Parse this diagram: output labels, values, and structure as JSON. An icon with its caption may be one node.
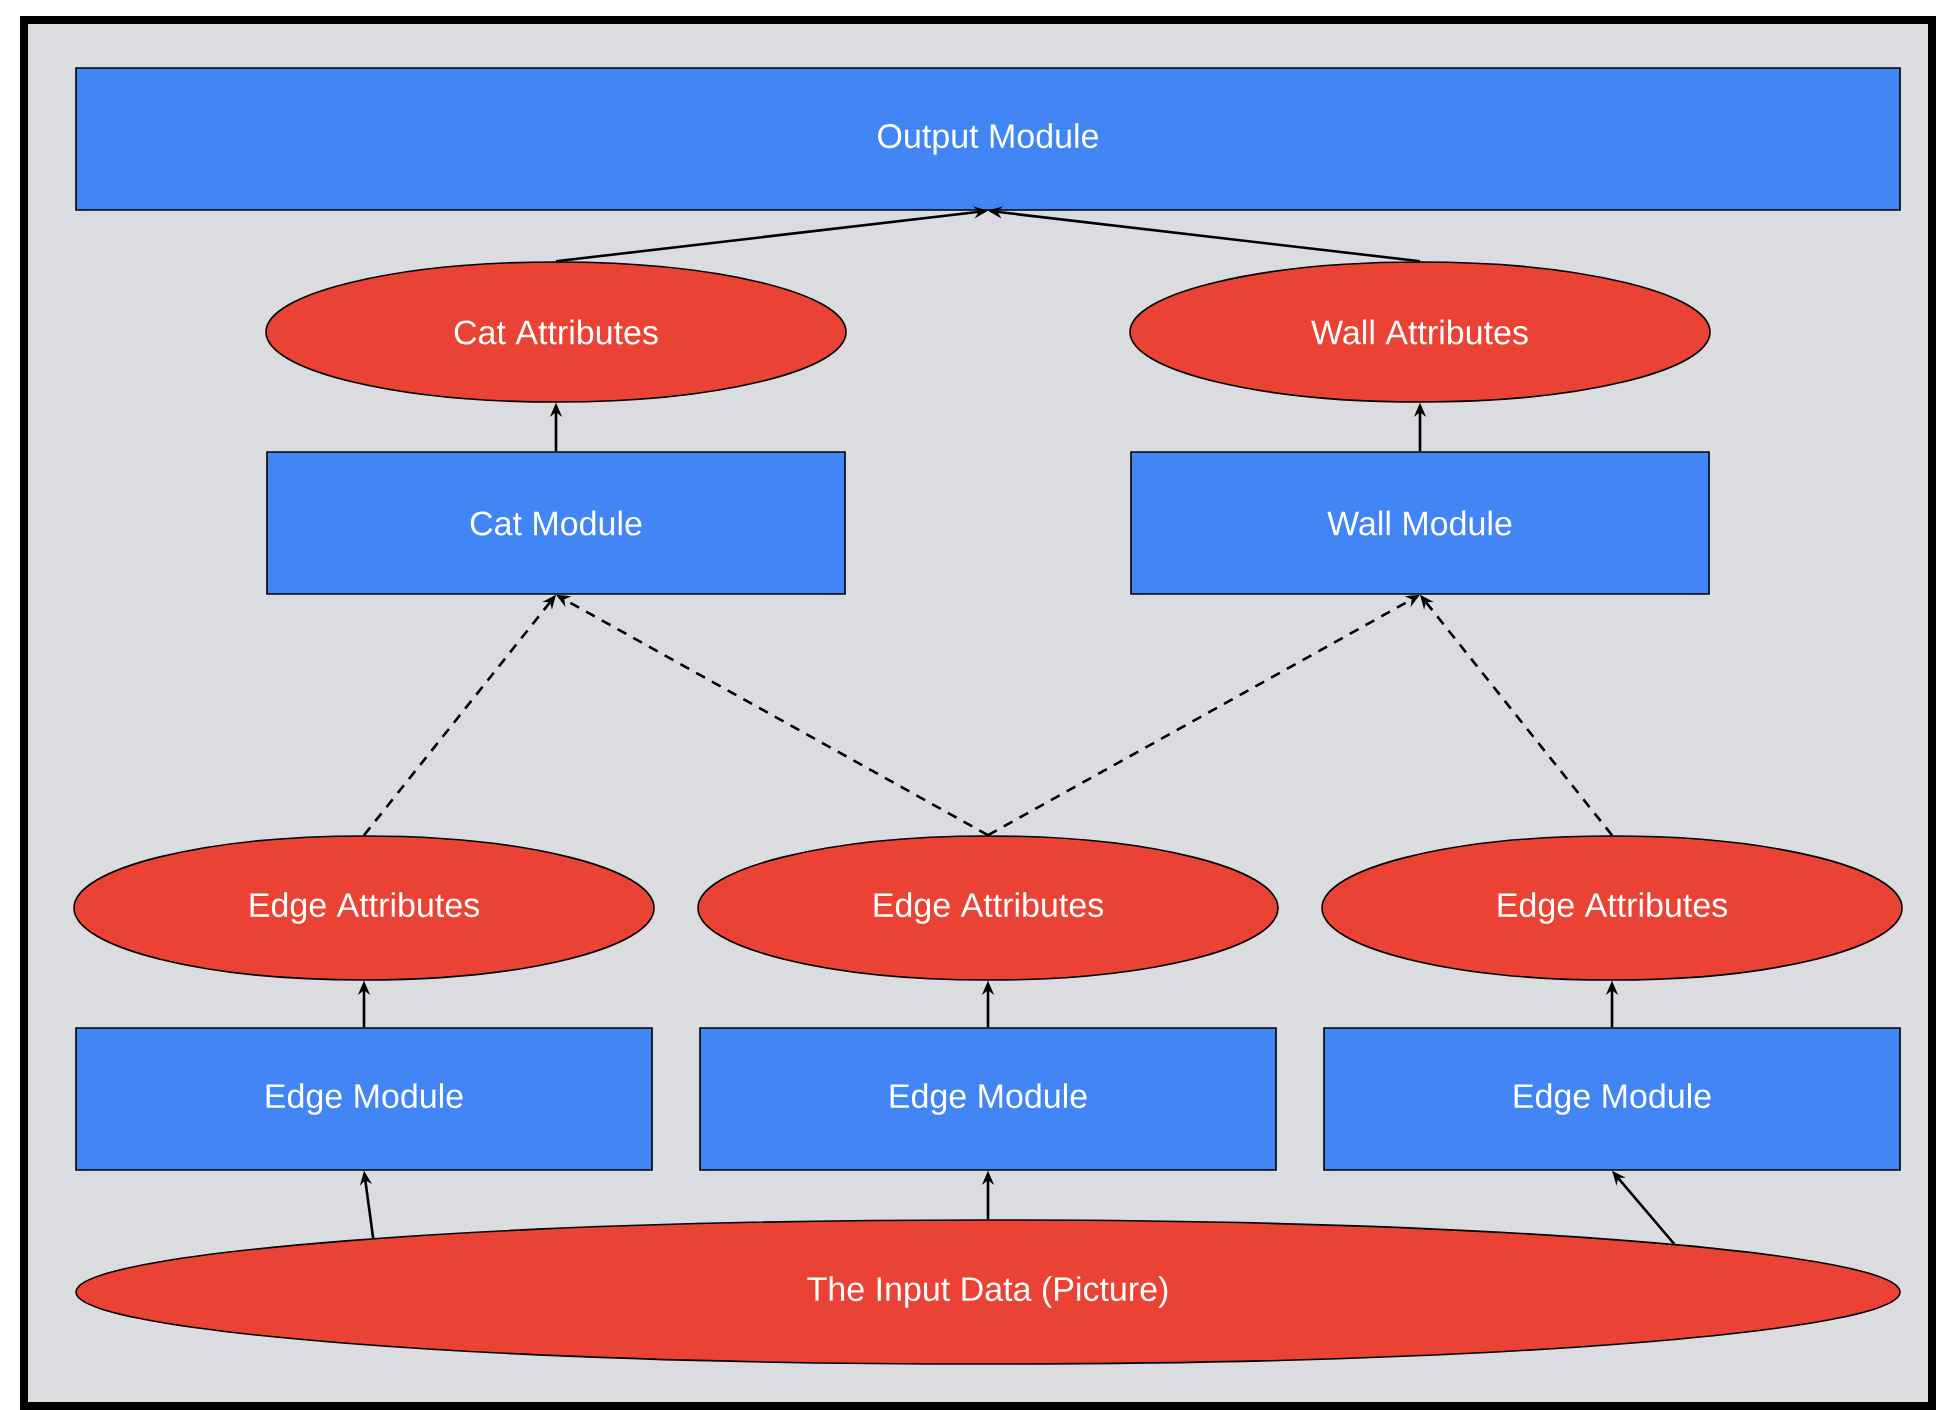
{
  "diagram": {
    "nodes": [
      {
        "text": [
          "Output Module"
        ]
      },
      {
        "text": [
          "Cat Attributes"
        ]
      },
      {
        "text": [
          "Wall Attributes"
        ]
      },
      {
        "text": [
          "Cat Module"
        ]
      },
      {
        "text": [
          "Wall Module"
        ]
      },
      {
        "text": [
          "Edge Attributes"
        ]
      },
      {
        "text": [
          "Edge Attributes"
        ]
      },
      {
        "text": [
          "Edge Attributes"
        ]
      },
      {
        "text": [
          "Edge Module"
        ]
      },
      {
        "text": [
          "Edge Module"
        ]
      },
      {
        "text": [
          "Edge Module"
        ]
      },
      {
        "text": [
          "The Input Data (Picture)"
        ]
      }
    ],
    "edges": [
      {
        "from": 1,
        "to": 0,
        "arrow": "to"
      },
      {
        "from": 2,
        "to": 0,
        "arrow": "to"
      },
      {
        "from": 3,
        "to": 1,
        "arrow": "to"
      },
      {
        "from": 4,
        "to": 2,
        "arrow": "to"
      },
      {
        "from": 5,
        "to": 3,
        "arrow": "to",
        "style": "dashed"
      },
      {
        "from": 6,
        "to": 3,
        "arrow": "to",
        "style": "dashed"
      },
      {
        "from": 6,
        "to": 4,
        "arrow": "to",
        "style": "dashed"
      },
      {
        "from": 7,
        "to": 4,
        "arrow": "to",
        "style": "dashed"
      },
      {
        "from": 8,
        "to": 5,
        "arrow": "to"
      },
      {
        "from": 9,
        "to": 6,
        "arrow": "to"
      },
      {
        "from": 10,
        "to": 7,
        "arrow": "to"
      },
      {
        "from": 11,
        "to": 8,
        "arrow": "to"
      },
      {
        "from": 11,
        "to": 9,
        "arrow": "to"
      },
      {
        "from": 11,
        "to": 10,
        "arrow": "to"
      }
    ]
  }
}
